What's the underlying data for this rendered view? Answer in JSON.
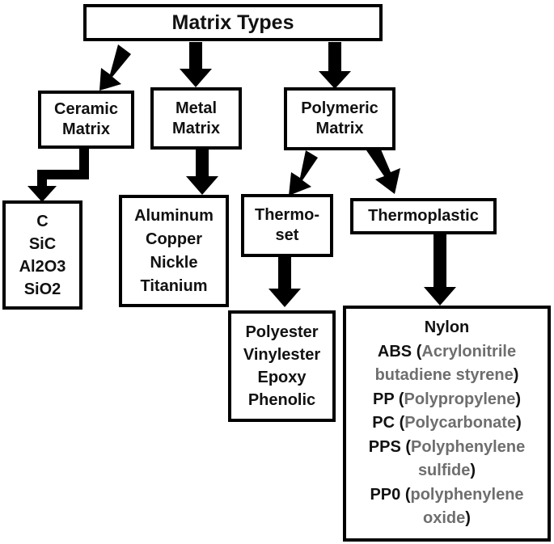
{
  "root": {
    "label": "Matrix Types"
  },
  "ceramic": {
    "lines": [
      "Ceramic",
      "Matrix"
    ]
  },
  "metal": {
    "lines": [
      "Metal",
      "Matrix"
    ]
  },
  "polymeric": {
    "lines": [
      "Polymeric",
      "Matrix"
    ]
  },
  "ceramic_list": {
    "items": [
      "C",
      "SiC",
      "Al2O3",
      "SiO2"
    ]
  },
  "metal_list": {
    "items": [
      "Aluminum",
      "Copper",
      "Nickle",
      "Titanium"
    ]
  },
  "thermoset": {
    "lines": [
      "Thermo-",
      "set"
    ]
  },
  "thermoplastic": {
    "label": "Thermoplastic"
  },
  "thermoset_list": {
    "items": [
      "Polyester",
      "Vinylester",
      "Epoxy",
      "Phenolic"
    ]
  },
  "thermoplastic_list": {
    "line1": "Nylon",
    "line2_abbr": "ABS (",
    "line2_full": "Acrylonitrile",
    "line3_full": "butadiene styrene",
    "line3_close": ")",
    "line4_abbr": "PP (",
    "line4_full": "Polypropylene",
    "line4_close": ")",
    "line5_abbr": "PC (",
    "line5_full": "Polycarbonate",
    "line5_close": ")",
    "line6_abbr": "PPS (",
    "line6_full": "Polyphenylene",
    "line7_full": "sulfide",
    "line7_close": ")",
    "line8_abbr": "PP0 (",
    "line8_full": "polyphenylene",
    "line9_full": "oxide",
    "line9_close": ")"
  },
  "colors": {
    "stroke": "#000000",
    "text": "#111111",
    "expansion": "#6e6e6e"
  }
}
